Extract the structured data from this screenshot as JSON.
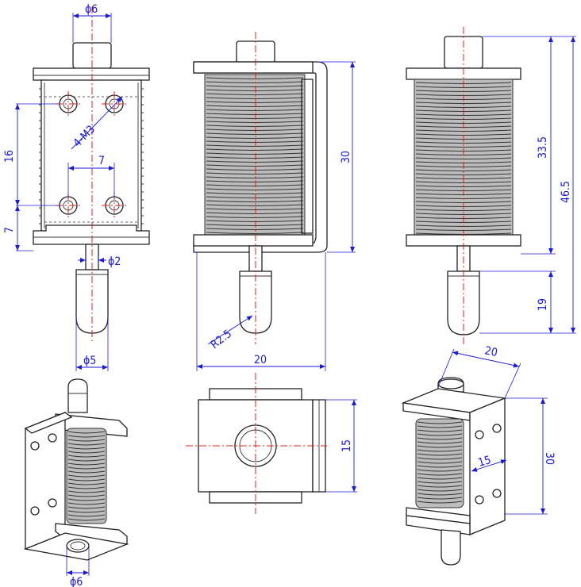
{
  "dimensions": {
    "front_top_dia": "ϕ6",
    "front_hole_spacing_v": "16",
    "front_hole_spacing_h": "7",
    "front_hole_bottom": "7",
    "front_thread": "4-M3",
    "front_shaft_dia": "ϕ2",
    "front_plunger_dia": "ϕ5",
    "side_height": "30",
    "side_radius": "R2.5",
    "side_width": "20",
    "rear_body_height": "33.5",
    "rear_total_height": "46.5",
    "rear_plunger_length": "19",
    "top_view_width": "15",
    "iso_right_width": "20",
    "iso_right_height": "30",
    "iso_right_depth": "15",
    "iso_left_bottom_dia": "ϕ6"
  },
  "colors": {
    "outline": "#222222",
    "centerline": "#e0201a",
    "dimension": "#1a1ad8"
  }
}
